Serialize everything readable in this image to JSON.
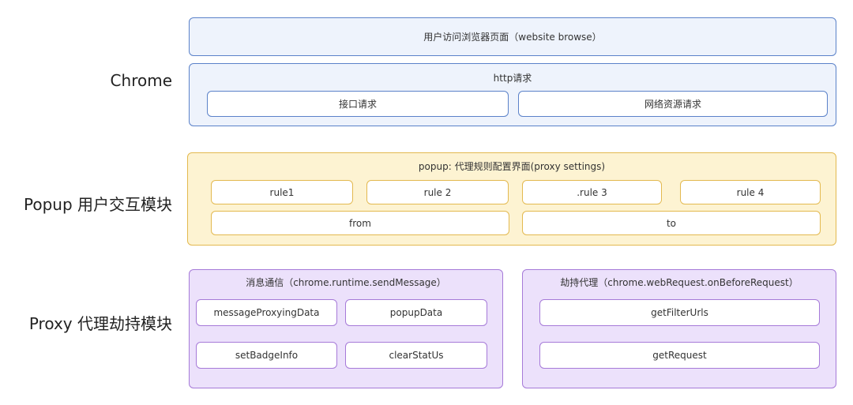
{
  "sections": {
    "chrome": {
      "label": "Chrome",
      "browse_box": "用户访问浏览器页面（website browse）",
      "http_group": {
        "title": "http请求",
        "items": [
          "接口请求",
          "网络资源请求"
        ]
      }
    },
    "popup": {
      "label": "Popup 用户交互模块",
      "group": {
        "title": "popup: 代理规则配置界面(proxy settings)",
        "rules": [
          "rule1",
          "rule 2",
          ".rule 3",
          "rule 4"
        ],
        "from": "from",
        "to": "to"
      }
    },
    "proxy": {
      "label": "Proxy 代理劫持模块",
      "messaging": {
        "title": "消息通信（chrome.runtime.sendMessage）",
        "items": [
          "messageProxyingData",
          "popupData",
          "setBadgeInfo",
          "clearStatUs"
        ]
      },
      "hijack": {
        "title": "劫持代理（chrome.webRequest.onBeforeRequest）",
        "items": [
          "getFilterUrls",
          "getRequest"
        ]
      }
    }
  },
  "colors": {
    "blue_fill": "#eef3fc",
    "blue_border": "#5b82c9",
    "yellow_fill": "#fdf3d2",
    "yellow_border": "#e3b94f",
    "purple_fill": "#ece1fb",
    "purple_border": "#a67ad8"
  }
}
